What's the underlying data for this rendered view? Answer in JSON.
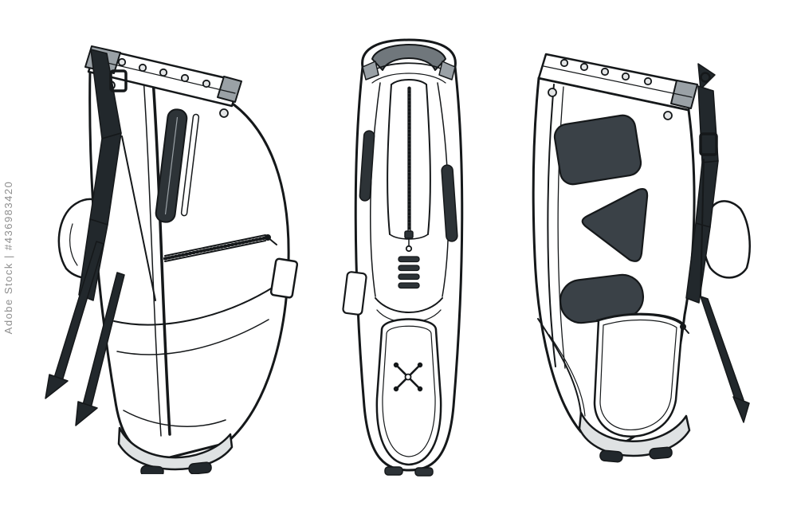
{
  "page": {
    "background_color": "#ffffff"
  },
  "watermark": {
    "brand": "Adobe Stock",
    "separator": "|",
    "asset_id": "#436983420"
  },
  "colors": {
    "outline": "#15181a",
    "body_fill": "#ffffff",
    "panel_dark": "#3a4147",
    "strap_dark": "#22282c",
    "accent_gray": "#9aa1a6",
    "base_gray": "#dfe2e3",
    "handle_gray": "#70777c",
    "rivet_fill": "#e3e5e6"
  },
  "views": {
    "left": "golf-stand-bag-side-view-left",
    "center": "golf-stand-bag-front-view",
    "right": "golf-stand-bag-side-view-right"
  }
}
